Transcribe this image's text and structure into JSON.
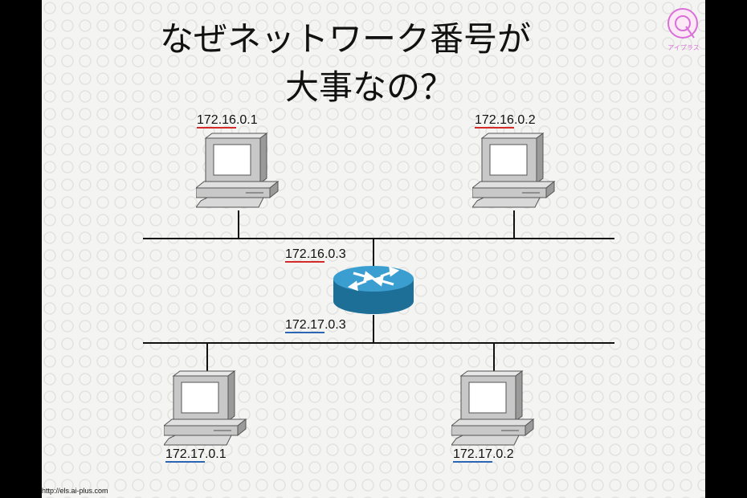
{
  "title": {
    "line1": "なぜネットワーク番号が",
    "line2": "大事なの？"
  },
  "logo_text": "アイプラス",
  "hosts": [
    {
      "net": "172.16",
      "host": ".0.1",
      "color": "#d42a2a"
    },
    {
      "net": "172.16",
      "host": ".0.2",
      "color": "#d42a2a"
    },
    {
      "net": "172.17",
      "host": ".0.1",
      "color": "#2a66b4"
    },
    {
      "net": "172.17",
      "host": ".0.2",
      "color": "#2a66b4"
    }
  ],
  "router": {
    "upper": {
      "net": "172.16",
      "host": ".0.3"
    },
    "lower": {
      "net": "172.17",
      "host": ".0.3"
    },
    "color": "#2f8fc0"
  },
  "footer_url": "http://els.ai-plus.com"
}
